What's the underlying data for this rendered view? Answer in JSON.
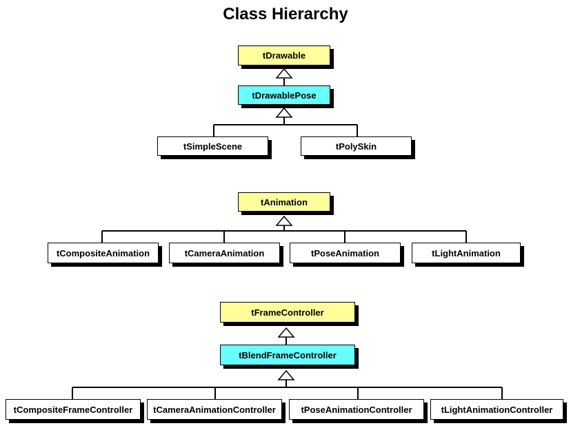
{
  "title": "Class Hierarchy",
  "colors": {
    "base": "#ffff99",
    "intermediate": "#66ffff",
    "leaf": "#ffffff",
    "line": "#000000"
  },
  "hierarchy1": {
    "root": "tDrawable",
    "middle": "tDrawablePose",
    "children": [
      "tSimpleScene",
      "tPolySkin"
    ]
  },
  "hierarchy2": {
    "root": "tAnimation",
    "children": [
      "tCompositeAnimation",
      "tCameraAnimation",
      "tPoseAnimation",
      "tLightAnimation"
    ]
  },
  "hierarchy3": {
    "root": "tFrameController",
    "middle": "tBlendFrameController",
    "children": [
      "tCompositeFrameController",
      "tCameraAnimationController",
      "tPoseAnimationController",
      "tLightAnimationController"
    ]
  }
}
